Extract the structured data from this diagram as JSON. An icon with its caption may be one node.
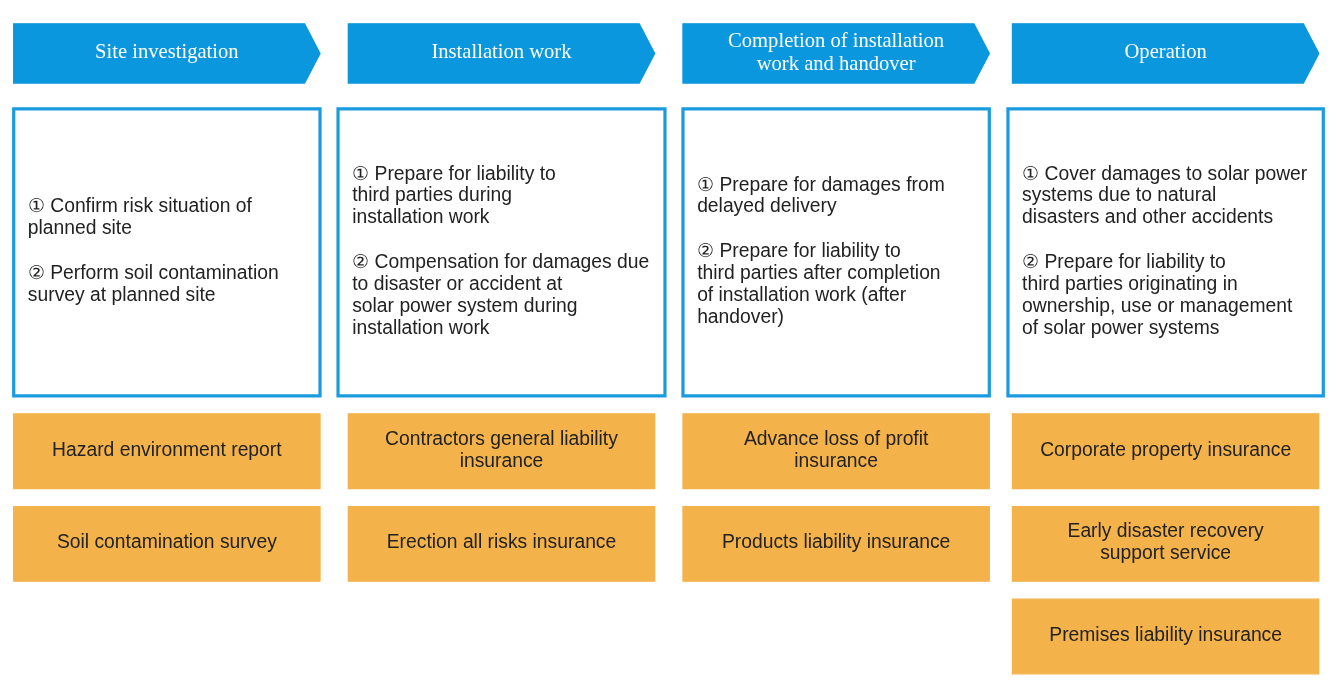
{
  "diagram": {
    "nodes": [
      {
        "text": [
          "Site investigation"
        ]
      },
      {
        "text": [
          "Installation work"
        ]
      },
      {
        "text": [
          "Completion of installation work and handover"
        ]
      },
      {
        "text": [
          "Operation"
        ]
      },
      {
        "text": [
          "① Confirm risk situation of planned site",
          "② Perform soil contamination survey at planned site"
        ]
      },
      {
        "text": [
          "① Prepare for liability to third parties during installation work",
          "② Compensation for damages due to disaster or accident at solar power system during installation work"
        ]
      },
      {
        "text": [
          "① Prepare for damages from delayed delivery",
          "② Prepare for liability to third parties after completion of installation work (after handover)"
        ]
      },
      {
        "text": [
          "① Cover damages to solar power systems due to natural disasters and other accidents",
          "② Prepare for liability to third parties originating in ownership, use or management of solar power systems"
        ]
      },
      {
        "text": [
          "Hazard environment report"
        ]
      },
      {
        "text": [
          "Contractors general liability insurance"
        ]
      },
      {
        "text": [
          "Advance loss of profit insurance"
        ]
      },
      {
        "text": [
          "Corporate property insurance"
        ]
      },
      {
        "text": [
          "Soil contamination survey"
        ]
      },
      {
        "text": [
          "Erection all risks insurance"
        ]
      },
      {
        "text": [
          "Products liability insurance"
        ]
      },
      {
        "text": [
          "Early disaster recovery support service"
        ]
      },
      {
        "text": [
          "Premises liability insurance"
        ]
      }
    ],
    "edges": []
  }
}
